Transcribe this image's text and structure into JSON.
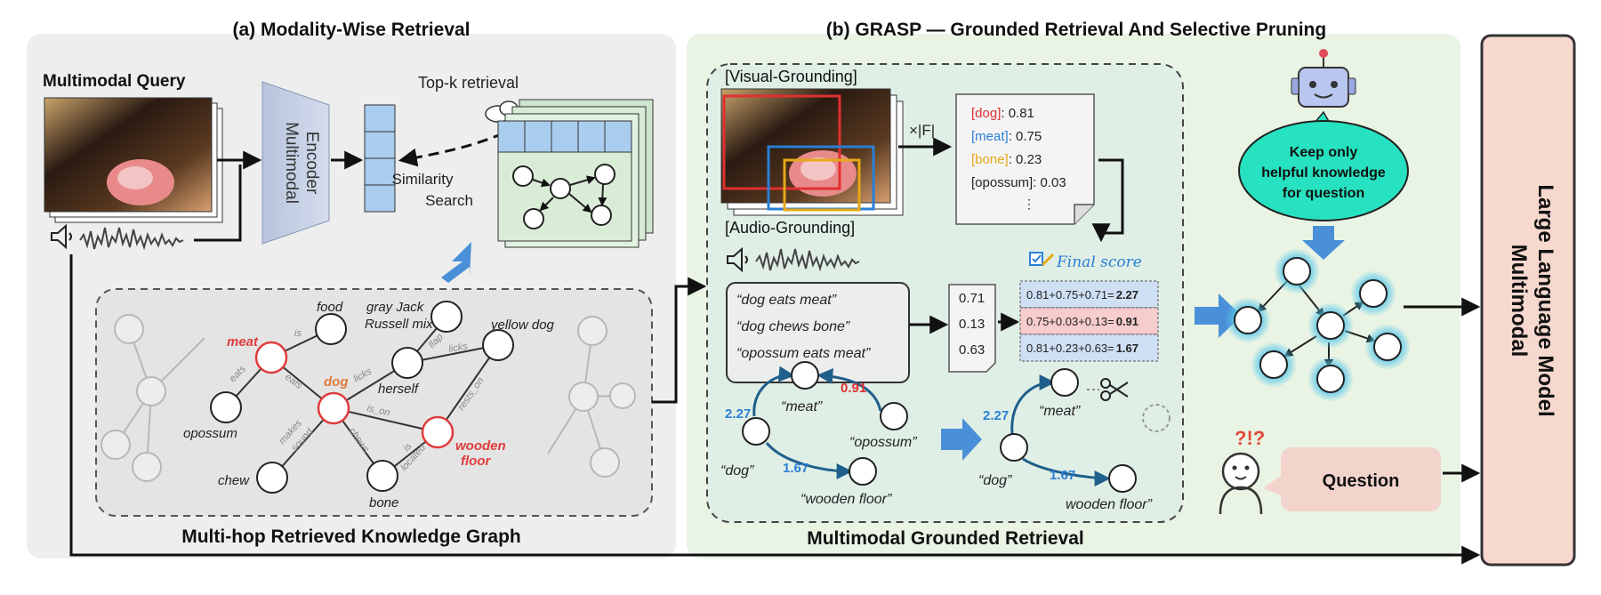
{
  "panel_a": {
    "title": "(a) Modality-Wise Retrieval",
    "query_label": "Multimodal Query",
    "encoder_label": [
      "Multimodal",
      "Encoder"
    ],
    "topk_label": "Top-k retrieval",
    "similarity_label": [
      "Similarity",
      "Search"
    ],
    "kg_caption": "Multi-hop Retrieved Knowledge Graph",
    "kg_nodes": {
      "meat": "meat",
      "food": "food",
      "gray": "gray Jack",
      "gray2": "Russell mix",
      "yellow": "yellow dog",
      "dog": "dog",
      "herself": "herself",
      "opossum": "opossum",
      "wooden": "wooden",
      "floor": "floor",
      "chew": "chew",
      "bone": "bone"
    },
    "kg_edges": {
      "is": "is",
      "eats1": "eats",
      "eats2": "eats",
      "licks1": "licks",
      "flap": "flap",
      "licks2": "licks",
      "is_on": "is_on",
      "rests_on": "rests_on",
      "makes": "makes",
      "sound": "sound",
      "chews": "chews",
      "is2": "is",
      "located": "located"
    },
    "colors": {
      "highlight": "#e03c3c",
      "dog": "#e07a3c",
      "panel_bg": "#eeeeee"
    }
  },
  "panel_b": {
    "title": "(b) GRASP — Grounded Retrieval And Selective Pruning",
    "visual_grounding": "[Visual-Grounding]",
    "audio_grounding": "[Audio-Grounding]",
    "times_f": "×|F|",
    "objects": [
      {
        "name": "[dog]",
        "score": ": 0.81",
        "color": "#e03030"
      },
      {
        "name": "[meat]",
        "score": ": 0.75",
        "color": "#2a7fd4"
      },
      {
        "name": "[bone]",
        "score": ": 0.23",
        "color": "#e6a817"
      },
      {
        "name": "[opossum]",
        "score": ": 0.03",
        "color": "#222222"
      }
    ],
    "triples": [
      "“dog eats meat”",
      "“dog chews bone”",
      "“opossum eats meat”"
    ],
    "audio_scores": [
      "0.71",
      "0.13",
      "0.63"
    ],
    "final_score_label": "Final score",
    "final_scores": [
      {
        "expr": "0.81+0.75+0.71=",
        "total": "2.27",
        "fill": "#cfe0f5"
      },
      {
        "expr": "0.75+0.03+0.13=",
        "total": "0.91",
        "fill": "#f6cccc"
      },
      {
        "expr": "0.81+0.23+0.63=",
        "total": "1.67",
        "fill": "#cfe0f5"
      }
    ],
    "graph_before": {
      "meat": "“meat”",
      "opossum": "“opossum”",
      "dog": "“dog”",
      "wooden": "“wooden floor”",
      "w1": "2.27",
      "w2": "0.91",
      "w3": "1.67"
    },
    "graph_after": {
      "meat": "“meat”",
      "dog": "“dog”",
      "wooden": "wooden floor”",
      "w1": "2.27",
      "w3": "1.67"
    },
    "caption": "Multimodal Grounded Retrieval",
    "bubble": [
      "Keep only",
      "helpful knowledge",
      "for question"
    ],
    "question": "Question",
    "llm": [
      "Multimodal",
      "Large Language Model"
    ]
  }
}
